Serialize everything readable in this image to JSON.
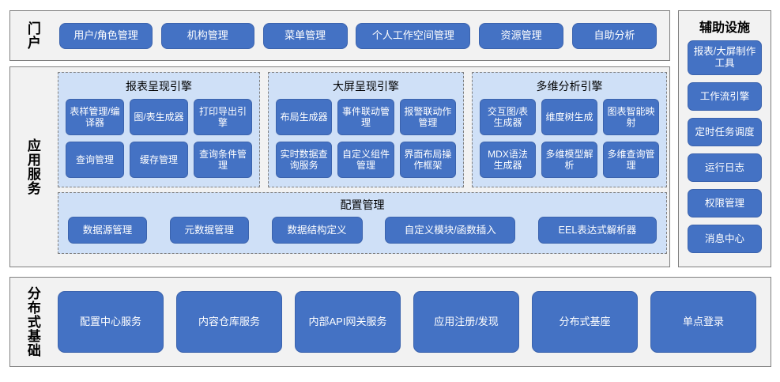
{
  "rows": {
    "portal": {
      "label": "门户",
      "buttons": [
        "用户/角色管理",
        "机构管理",
        "菜单管理",
        "个人工作空间管理",
        "资源管理",
        "自助分析"
      ]
    },
    "app_services": {
      "label": "应用服务",
      "engines": [
        {
          "title": "报表呈现引擎",
          "items": [
            "表样管理/编译器",
            "图/表生成器",
            "打印导出引擎",
            "查询管理",
            "缓存管理",
            "查询条件管理"
          ]
        },
        {
          "title": "大屏呈现引擎",
          "items": [
            "布局生成器",
            "事件联动管理",
            "报警联动作管理",
            "实时数据查询服务",
            "自定义组件管理",
            "界面布局操作框架"
          ]
        },
        {
          "title": "多维分析引擎",
          "items": [
            "交互图/表生成器",
            "维度树生成",
            "图表智能映射",
            "MDX语法生成器",
            "多维模型解析",
            "多维查询管理"
          ]
        }
      ],
      "config": {
        "title": "配置管理",
        "items": [
          "数据源管理",
          "元数据管理",
          "数据结构定义",
          "自定义模块/函数插入",
          "EEL表达式解析器"
        ]
      }
    },
    "distributed_base": {
      "label": "分布式基础",
      "buttons": [
        "配置中心服务",
        "内容仓库服务",
        "内部API网关服务",
        "应用注册/发现",
        "分布式基座",
        "单点登录"
      ]
    }
  },
  "aux": {
    "title": "辅助设施",
    "items": [
      "报表/大屏制作工具",
      "工作流引擎",
      "定时任务调度",
      "运行日志",
      "权限管理",
      "消息中心"
    ]
  },
  "colors": {
    "button_blue": "#4472C4",
    "group_background": "#CFE0F7",
    "panel_background": "#F2F2F2",
    "panel_border": "#808080",
    "text_light": "#FFFFFF",
    "text_dark": "#000000"
  }
}
